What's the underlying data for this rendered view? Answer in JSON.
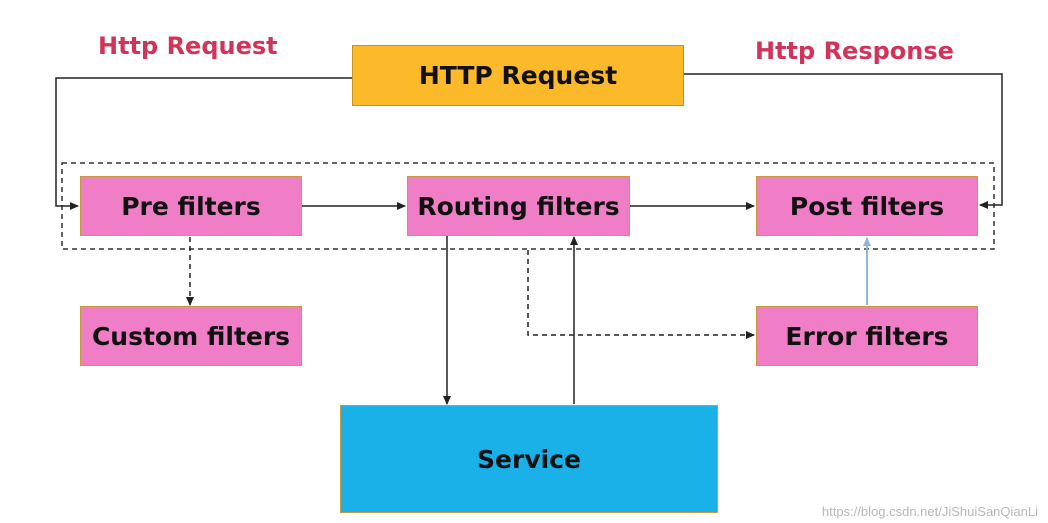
{
  "labels": {
    "http_request_left": "Http Request",
    "http_response_right": "Http Response"
  },
  "nodes": {
    "http_request": "HTTP Request",
    "pre_filters": "Pre filters",
    "routing_filters": "Routing filters",
    "post_filters": "Post filters",
    "custom_filters": "Custom filters",
    "error_filters": "Error filters",
    "service": "Service"
  },
  "watermark": "https://blog.csdn.net/JiShuiSanQianLi",
  "colors": {
    "filter_box": "#f07ec6",
    "service_box": "#1ab0e8",
    "request_box": "#fcb92a",
    "label_red": "#d1345a",
    "error_to_post_arrow": "#8fb8d8"
  }
}
